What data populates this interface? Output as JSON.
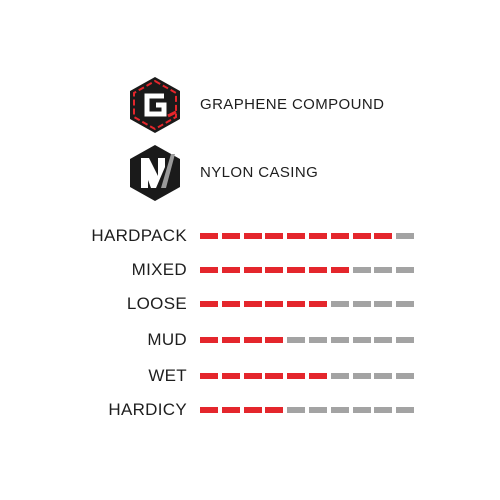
{
  "features": [
    {
      "icon": "graphene-hexagon-icon",
      "label": "GRAPHENE COMPOUND"
    },
    {
      "icon": "nylon-hexagon-icon",
      "label": "NYLON CASING"
    }
  ],
  "ratings": {
    "scale_max": 10,
    "rows": [
      {
        "terrain": "HARDPACK",
        "score": 9
      },
      {
        "terrain": "MIXED",
        "score": 7
      },
      {
        "terrain": "LOOSE",
        "score": 6
      },
      {
        "terrain": "MUD",
        "score": 4
      },
      {
        "terrain": "WET",
        "score": 6
      },
      {
        "terrain": "HARDICY",
        "score": 4
      }
    ]
  },
  "colors": {
    "active": "#e4262c",
    "inactive": "#a3a3a3",
    "text": "#1e1e1e",
    "badge": "#1a1a1a"
  }
}
